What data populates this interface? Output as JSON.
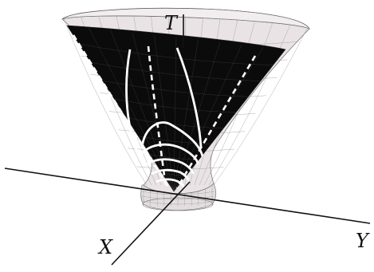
{
  "figure": {
    "axis_labels": {
      "t": "T",
      "x": "X",
      "y": "Y"
    }
  }
}
